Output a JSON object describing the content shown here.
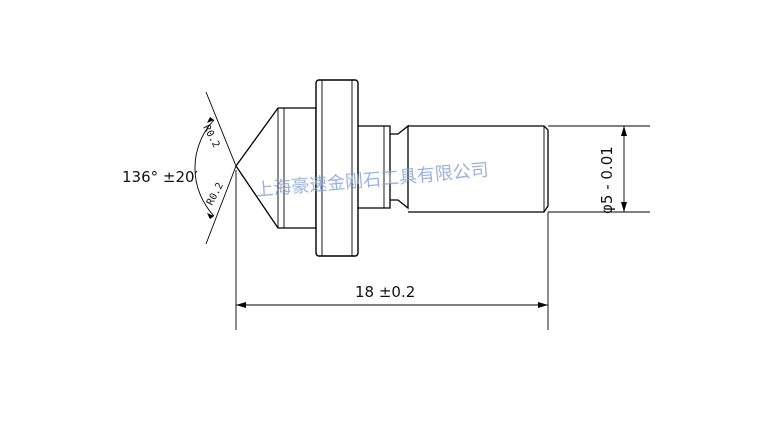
{
  "dimensions": {
    "angle": "136° ±20′",
    "length": "18 ±0.2",
    "diameter": "φ5 - 0.01",
    "tip_top": "R0.2",
    "tip_bottom": "R0.2"
  },
  "watermark": "上海豪速金刚石工具有限公司",
  "colors": {
    "line": "#000000",
    "watermark": "#8aa6d6"
  }
}
